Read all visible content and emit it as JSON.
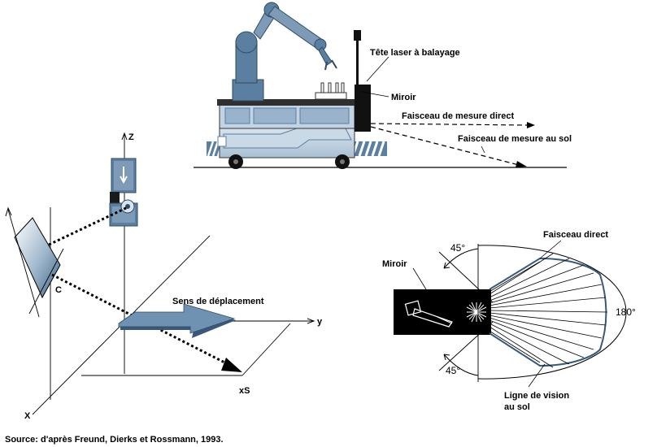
{
  "vehicle_labels": {
    "scan_head": "Tête laser à balayage",
    "mirror": "Miroir",
    "direct_beam": "Faisceau de mesure direct",
    "ground_beam": "Faisceau de mesure au sol"
  },
  "axes_labels": {
    "z": "Z",
    "y": "y",
    "x": "X",
    "xs": "xS",
    "c": "C",
    "motion": "Sens de déplacement"
  },
  "scan_labels": {
    "mirror": "Miroir",
    "direct_beam": "Faisceau direct",
    "angle_top": "45°",
    "angle_bottom": "45°",
    "angle_full": "180°",
    "ground_line_1": "Ligne de vision",
    "ground_line_2": "au sol"
  },
  "source": "Source: d'après Freund, Dierks et Rossmann, 1993.",
  "colors": {
    "steel_blue": "#5b7fa0",
    "light_blue": "#b9cddd",
    "dark": "#0a0a0a"
  }
}
